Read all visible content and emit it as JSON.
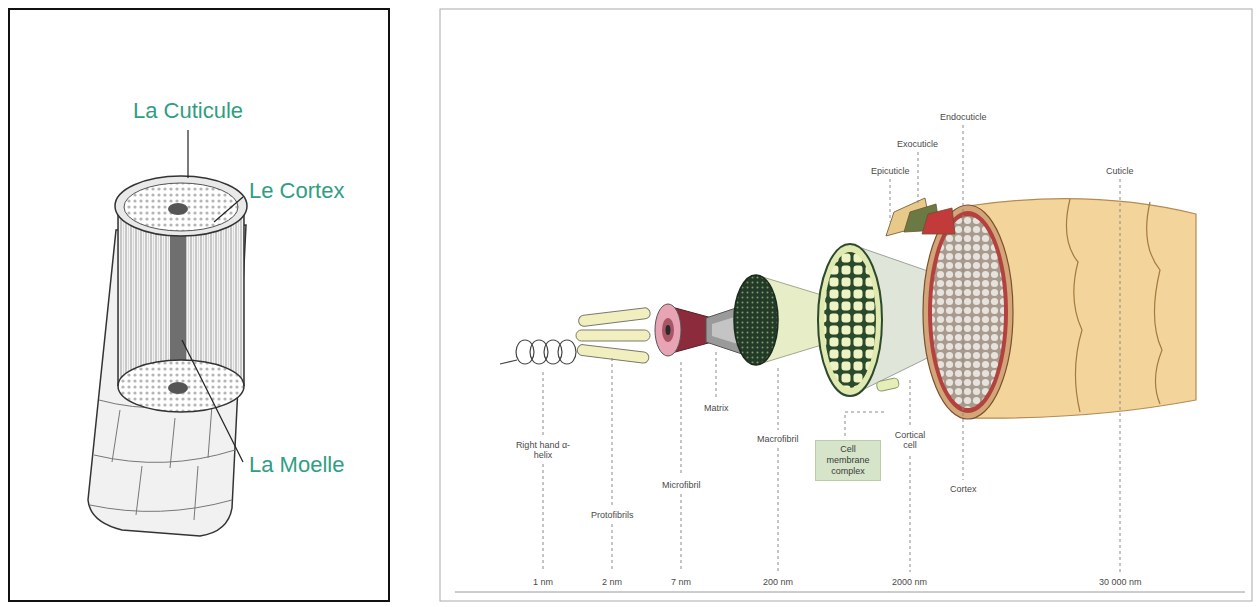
{
  "diagram": {
    "nodes": [
      {
        "text": [
          "Cell membrane complex"
        ]
      }
    ],
    "labels": [
      "La Cuticule",
      "Le Cortex",
      "La Moelle",
      "Endocuticle",
      "Exocuticle",
      "Epicuticle",
      "Cuticle",
      "Right hand α-helix",
      "Protofibrils",
      "Microfibril",
      "Matrix",
      "Macrofibril",
      "Cortical cell",
      "Cortex",
      "1 nm",
      "2 nm",
      "7 nm",
      "200 nm",
      "2000 nm",
      "30 000 nm"
    ]
  }
}
